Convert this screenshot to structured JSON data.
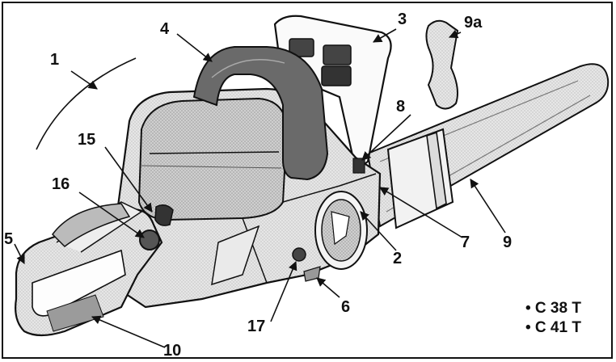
{
  "callouts": {
    "c1": "1",
    "c2": "2",
    "c3": "3",
    "c4": "4",
    "c5": "5",
    "c6": "6",
    "c7": "7",
    "c8": "8",
    "c9": "9",
    "c9a": "9a",
    "c10": "10",
    "c15": "15",
    "c16": "16",
    "c17": "17"
  },
  "models": [
    "• C 38 T",
    "• C 41 T"
  ]
}
